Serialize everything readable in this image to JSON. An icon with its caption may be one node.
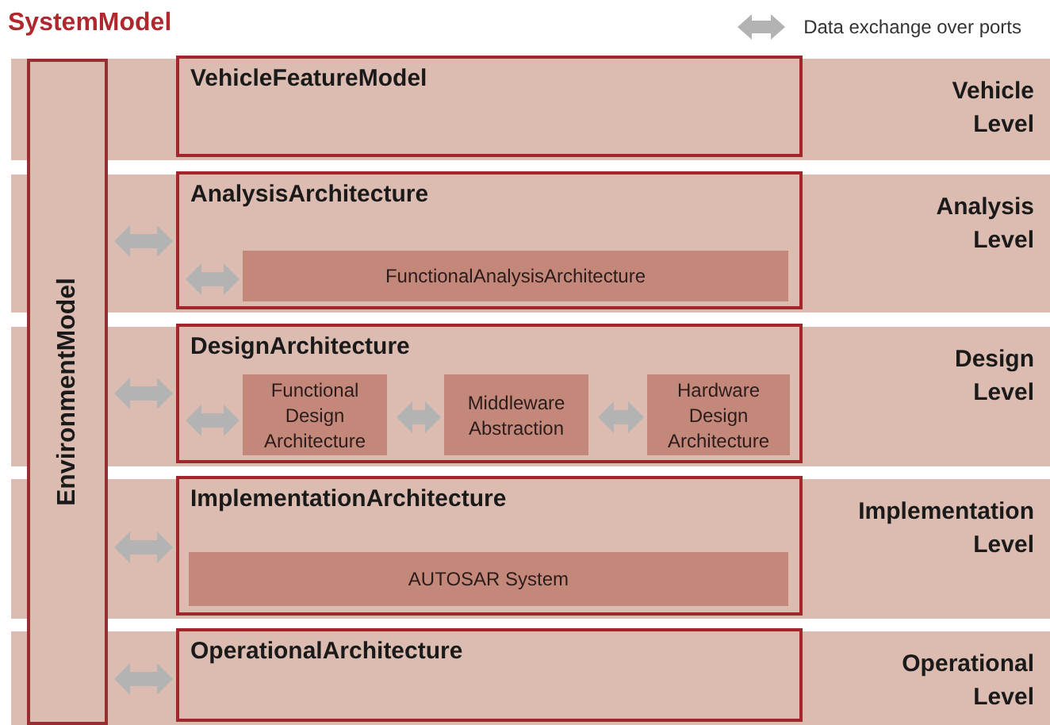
{
  "diagram": {
    "title": "SystemModel",
    "nodes": [
      {
        "text": [
          "EnvironmentModel"
        ]
      },
      {
        "text": [
          "Vehicle Level"
        ]
      },
      {
        "text": [
          "VehicleFeatureModel"
        ],
        "in": 1
      },
      {
        "text": [
          "Analysis Level"
        ]
      },
      {
        "text": [
          "AnalysisArchitecture"
        ],
        "in": 3
      },
      {
        "text": [
          "FunctionalAnalysisArchitecture"
        ],
        "in": 4
      },
      {
        "text": [
          "Design Level"
        ]
      },
      {
        "text": [
          "DesignArchitecture"
        ],
        "in": 6
      },
      {
        "text": [
          "Functional Design Architecture"
        ],
        "in": 7
      },
      {
        "text": [
          "Middleware Abstraction"
        ],
        "in": 7
      },
      {
        "text": [
          "Hardware Design Architecture"
        ],
        "in": 7
      },
      {
        "text": [
          "Implementation Level"
        ]
      },
      {
        "text": [
          "ImplementationArchitecture"
        ],
        "in": 11
      },
      {
        "text": [
          "AUTOSAR System"
        ],
        "in": 12
      },
      {
        "text": [
          "Operational Level"
        ]
      },
      {
        "text": [
          "OperationalArchitecture"
        ],
        "in": 14
      }
    ],
    "edges": [
      {
        "from": 0,
        "to": 4,
        "arrow": "both"
      },
      {
        "from": 4,
        "to": 5,
        "arrow": "both"
      },
      {
        "from": 0,
        "to": 7,
        "arrow": "both"
      },
      {
        "from": 7,
        "to": 8,
        "arrow": "both"
      },
      {
        "from": 8,
        "to": 9,
        "arrow": "both"
      },
      {
        "from": 9,
        "to": 10,
        "arrow": "both"
      },
      {
        "from": 0,
        "to": 12,
        "arrow": "both"
      },
      {
        "from": 0,
        "to": 15,
        "arrow": "both"
      }
    ],
    "legend": [
      {
        "text": "Data exchange over ports"
      }
    ]
  }
}
